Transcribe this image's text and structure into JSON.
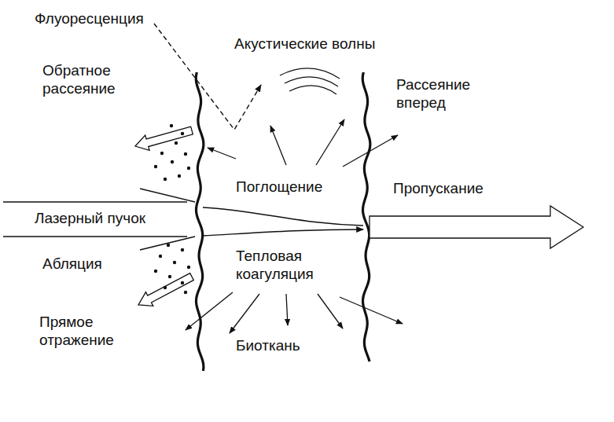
{
  "diagram": {
    "labels": [
      "Флуоресценция",
      "Акустические волны",
      "Обратное рассеяние",
      "Рассеяние вперед",
      "Поглощение",
      "Пропускание",
      "Лазерный пучок",
      "Абляция",
      "Тепловая коагуляция",
      "Прямое отражение",
      "Биоткань"
    ]
  }
}
